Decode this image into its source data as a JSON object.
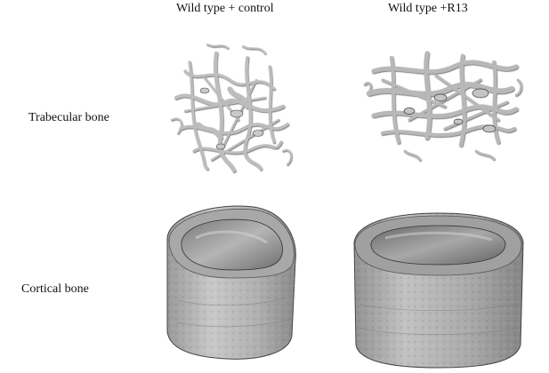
{
  "figure": {
    "columns": [
      "Wild type + control",
      "Wild type +R13"
    ],
    "rows": [
      "Trabecular bone",
      "Cortical bone"
    ]
  },
  "panels": [
    {
      "id": "trabecular-control",
      "description_icon": "trabecular-bone-render"
    },
    {
      "id": "trabecular-r13",
      "description_icon": "trabecular-bone-render"
    },
    {
      "id": "cortical-control",
      "description_icon": "cortical-bone-render"
    },
    {
      "id": "cortical-r13",
      "description_icon": "cortical-bone-render"
    }
  ]
}
